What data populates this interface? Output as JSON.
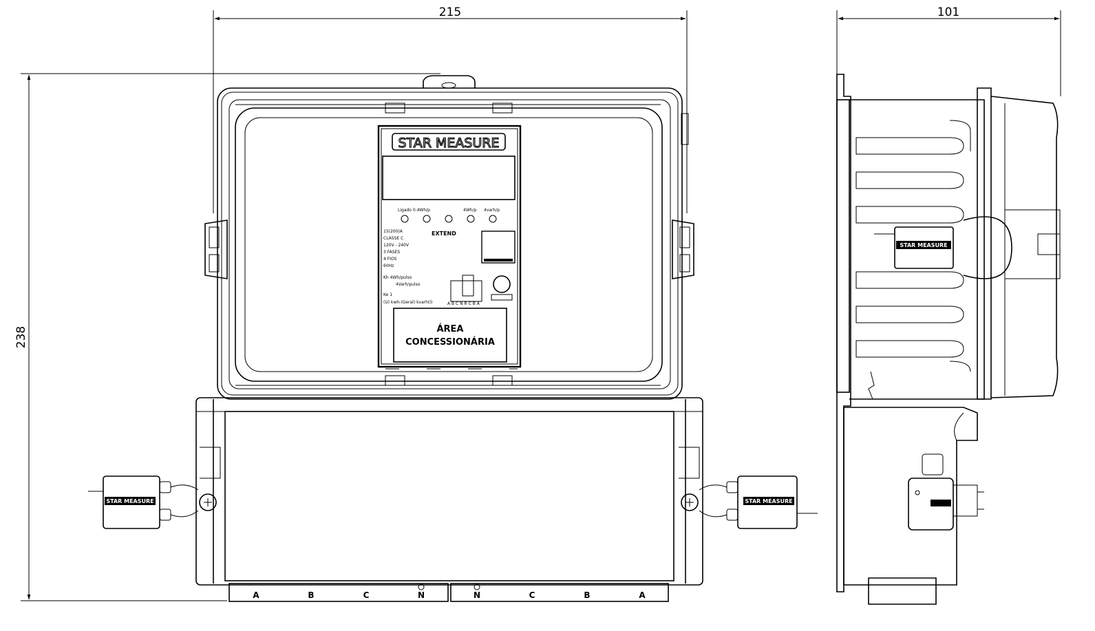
{
  "dimensions": {
    "width_front": "215",
    "depth_side": "101",
    "height": "238"
  },
  "meter": {
    "brand": "STAR MEASURE",
    "model": "EXTEND",
    "indicator_labels": [
      "Ligado 0.4Wh/p",
      "4Wh/p",
      "4varh/p"
    ],
    "specs": [
      "15(200)A",
      "CLASSE C",
      "120V - 240V",
      "3 FASES",
      "4 FIOS",
      "60Hz",
      "Kh  4Wh/pulso",
      "4Varh/pulso",
      "Ke  1",
      "(U) kwh-(Geral) kvarh(I)"
    ],
    "port_labels": "A B C N  R C B A",
    "area_line1": "ÁREA",
    "area_line2": "CONCESSIONÁRIA"
  },
  "seals": {
    "left": "STAR MEASURE",
    "right": "STAR MEASURE",
    "side": "STAR MEASURE"
  },
  "terminals": [
    "A",
    "B",
    "C",
    "N",
    "N",
    "C",
    "B",
    "A"
  ]
}
